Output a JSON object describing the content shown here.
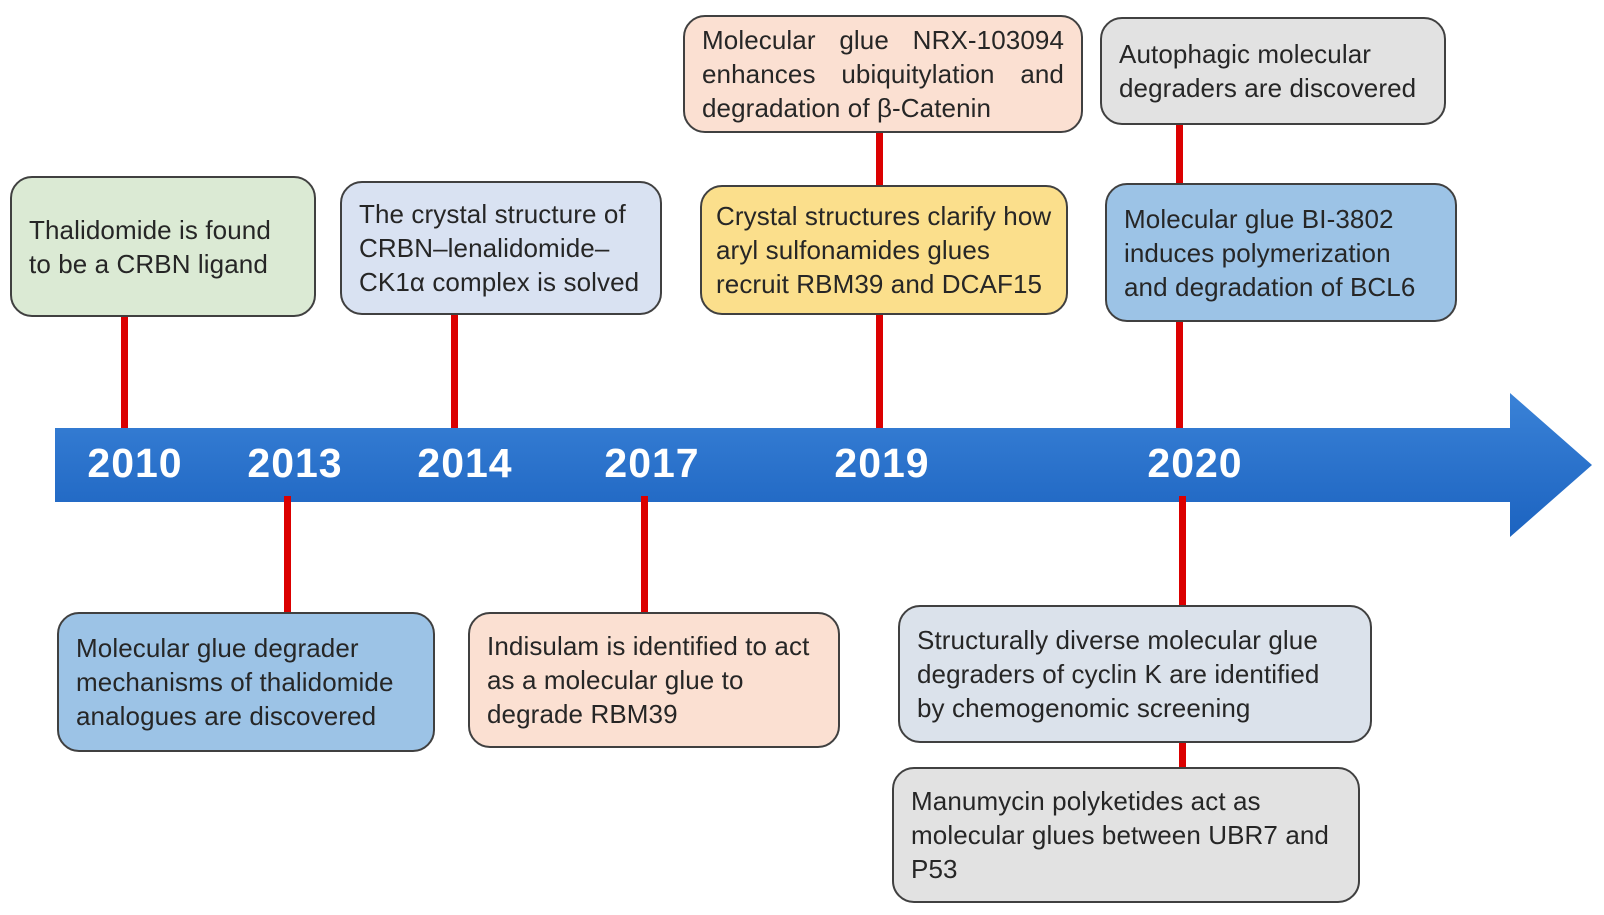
{
  "figure": {
    "kind": "timeline",
    "subject": "Milestones in molecular glue degrader discovery"
  },
  "colors": {
    "arrow_blue_top": "#3a82d7",
    "arrow_blue_bottom": "#1c63c0",
    "connector_red": "#DB0000",
    "box_border": "#404040",
    "box_text": "#262626",
    "year_text": "#ffffff",
    "green_fill": "#DBEAD4",
    "light_blue_fill": "#D9E2F2",
    "peach_fill": "#FBE0D2",
    "yellow_fill": "#FBDF8C",
    "gray_fill": "#E2E2E2",
    "blue_fill": "#9CC3E6",
    "blue_gray_fill": "#DBE2EB"
  },
  "timeline": {
    "years": [
      {
        "label": "2010"
      },
      {
        "label": "2013"
      },
      {
        "label": "2014"
      },
      {
        "label": "2017"
      },
      {
        "label": "2019"
      },
      {
        "label": "2020"
      }
    ]
  },
  "events": [
    {
      "year": "2010",
      "position": "above",
      "fill": "#DBEAD4",
      "text": "Thalidomide is found to be a CRBN ligand"
    },
    {
      "year": "2014",
      "position": "above",
      "fill": "#D9E2F2",
      "text": "The crystal structure of CRBN–lenalidomide–CK1α complex is solved"
    },
    {
      "year": "2019",
      "position": "above-outer",
      "fill": "#FBE0D2",
      "text": "Molecular glue NRX-103094 enhances ubiquitylation and degradation of β-Catenin"
    },
    {
      "year": "2019",
      "position": "above",
      "fill": "#FBDF8C",
      "text": "Crystal structures clarify how aryl sulfonamides glues recruit RBM39 and DCAF15"
    },
    {
      "year": "2020",
      "position": "above-outer",
      "fill": "#E2E2E2",
      "text": "Autophagic molecular degraders are discovered"
    },
    {
      "year": "2020",
      "position": "above",
      "fill": "#9CC3E6",
      "text": "Molecular glue BI-3802 induces polymerization and degradation of BCL6"
    },
    {
      "year": "2013",
      "position": "below",
      "fill": "#9CC3E6",
      "text": "Molecular glue degrader mechanisms of thalidomide analogues are discovered"
    },
    {
      "year": "2017",
      "position": "below",
      "fill": "#FBE0D2",
      "text": "Indisulam is identified to act as a molecular glue to degrade RBM39"
    },
    {
      "year": "2020",
      "position": "below",
      "fill": "#DBE2EB",
      "text": "Structurally diverse molecular glue degraders of cyclin K are identified by chemogenomic screening"
    },
    {
      "year": "2020",
      "position": "below-outer",
      "fill": "#E2E2E2",
      "text": "Manumycin polyketides act as molecular glues between UBR7 and P53"
    }
  ]
}
